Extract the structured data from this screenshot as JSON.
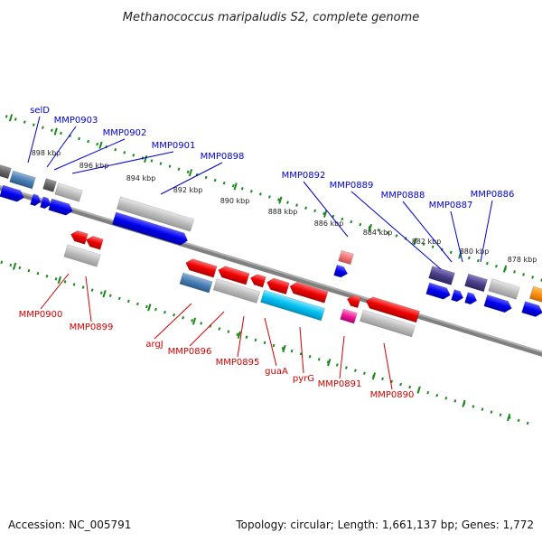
{
  "title": "Methanococcus maripaludis S2, complete genome",
  "footer": {
    "accession": "Accession: NC_005791",
    "topology": "Topology: circular; Length: 1,661,137 bp; Genes: 1,772"
  },
  "colors": {
    "forward_label": "#0000cc",
    "reverse_label": "#cc0000",
    "tick": "#1a8a1a",
    "backbone": "#7a7a7a"
  },
  "ticks_outer": [
    "898 kbp",
    "896 kbp",
    "894 kbp",
    "892 kbp",
    "890 kbp",
    "888 kbp",
    "886 kbp",
    "884 kbp",
    "882 kbp",
    "880 kbp",
    "878 kbp"
  ],
  "forward_labels": [
    "selD",
    "MMP0903",
    "MMP0902",
    "MMP0901",
    "MMP0898",
    "MMP0892",
    "MMP0889",
    "MMP0888",
    "MMP0887",
    "MMP0886"
  ],
  "reverse_labels": [
    "MMP0900",
    "MMP0899",
    "argJ",
    "MMP0896",
    "MMP0895",
    "guaA",
    "pyrG",
    "MMP0891",
    "MMP0890"
  ]
}
